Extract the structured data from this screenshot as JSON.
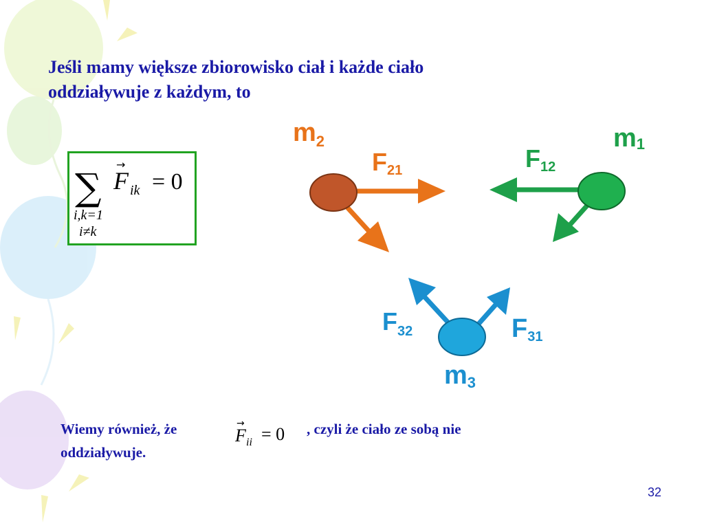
{
  "title": {
    "line1": "Jeśli mamy większe zbiorowisko ciał i każde ciało",
    "line2": "oddziaływuje z każdym, to"
  },
  "formula": {
    "sum_symbol": "∑",
    "vector_arrow": "→",
    "F": "F",
    "F_sub": "ik",
    "equals": "= 0",
    "limit1": "i,k=1",
    "limit2": "i≠k"
  },
  "diagram": {
    "m2": {
      "base": "m",
      "sub": "2",
      "color": "#e8731a"
    },
    "m1": {
      "base": "m",
      "sub": "1",
      "color": "#1ea04a"
    },
    "m3": {
      "base": "m",
      "sub": "3",
      "color": "#1b8fcf"
    },
    "F21": {
      "base": "F",
      "sub": "21",
      "color": "#e8731a"
    },
    "F12": {
      "base": "F",
      "sub": "12",
      "color": "#1ea04a"
    },
    "F32": {
      "base": "F",
      "sub": "32",
      "color": "#1b8fcf"
    },
    "F31": {
      "base": "F",
      "sub": "31",
      "color": "#1b8fcf"
    }
  },
  "bottom": {
    "part1": "Wiemy również, że",
    "part2": ", czyli że ciało ze sobą nie",
    "line2": "oddziaływuje.",
    "formula_F": "F",
    "formula_sub": "ii",
    "formula_eq": "= 0"
  },
  "page_number": "32",
  "colors": {
    "title": "#1a1aa6",
    "box_border": "#21a321",
    "ball_m2": "#c0562a",
    "ball_m1": "#1fb04f",
    "ball_m3": "#1fa6dc"
  }
}
